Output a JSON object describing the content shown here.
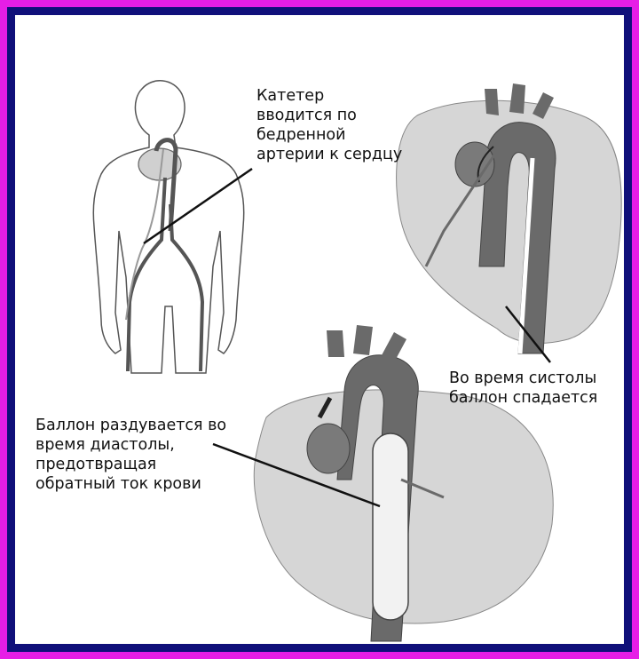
{
  "labels": {
    "catheter": [
      "Катетер",
      "вводится по",
      "бедренной",
      "артерии к сердцу"
    ],
    "systole": [
      "Во время систолы",
      "баллон спадается"
    ],
    "diastole": [
      "Баллон раздувается во",
      "время диастолы,",
      "предотвращая",
      "обратный ток крови"
    ]
  },
  "colors": {
    "outer_border": "#e61ee6",
    "inner_border": "#10107a",
    "heart_fill": "#d8d8d8",
    "aorta_fill": "#6a6a6a",
    "outline": "#333333"
  }
}
